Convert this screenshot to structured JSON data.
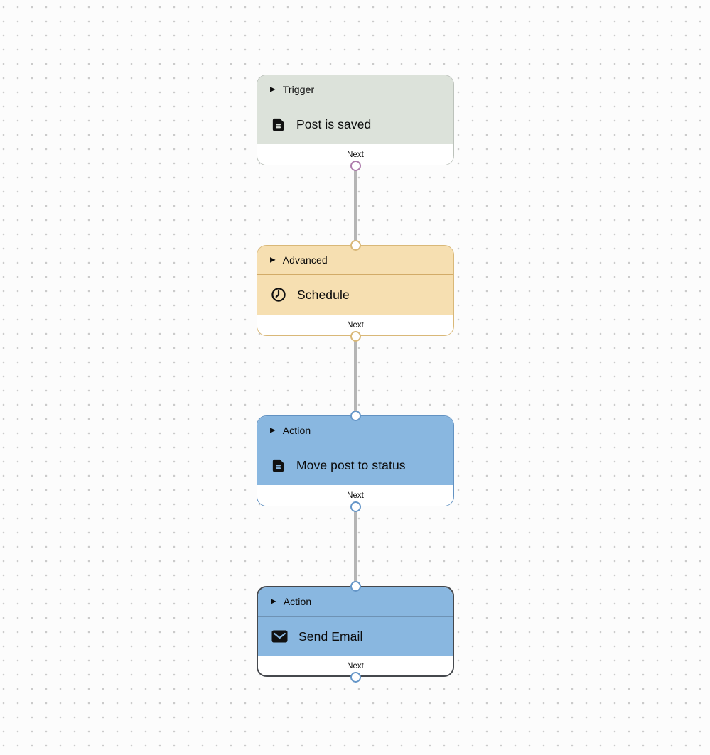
{
  "canvas": {
    "background": "#fcfcfc",
    "dot_color": "#cbcbcb",
    "connector_color": "#b5b5b5"
  },
  "nodes": [
    {
      "id": "trigger-post-is-saved",
      "category": "Trigger",
      "label": "Post is saved",
      "icon": "document-icon",
      "footer_label": "Next",
      "selected": false,
      "has_input_handle": false,
      "has_output_handle": true,
      "colors": {
        "fill": "#dce2da",
        "border": "#bcc2bb",
        "divider": "#c3c9c1",
        "handle": "#ae7dac"
      }
    },
    {
      "id": "advanced-schedule",
      "category": "Advanced",
      "label": "Schedule",
      "icon": "clock-icon",
      "footer_label": "Next",
      "selected": false,
      "has_input_handle": true,
      "has_output_handle": true,
      "colors": {
        "fill": "#f6dfb1",
        "border": "#d9b878",
        "divider": "#d2ab68",
        "handle": "#d9b878"
      }
    },
    {
      "id": "action-move-post-to-status",
      "category": "Action",
      "label": "Move post to status",
      "icon": "document-icon",
      "footer_label": "Next",
      "selected": false,
      "has_input_handle": true,
      "has_output_handle": true,
      "colors": {
        "fill": "#89b7e0",
        "border": "#6292c2",
        "divider": "#6e92b4",
        "handle": "#6596c8"
      }
    },
    {
      "id": "action-send-email",
      "category": "Action",
      "label": "Send Email",
      "icon": "envelope-icon",
      "footer_label": "Next",
      "selected": true,
      "has_input_handle": true,
      "has_output_handle": true,
      "colors": {
        "fill": "#89b7e0",
        "border": "#45484d",
        "divider": "#6e92b4",
        "handle": "#6596c8"
      }
    }
  ],
  "connections": [
    {
      "from": "trigger-post-is-saved",
      "to": "advanced-schedule"
    },
    {
      "from": "advanced-schedule",
      "to": "action-move-post-to-status"
    },
    {
      "from": "action-move-post-to-status",
      "to": "action-send-email"
    }
  ]
}
